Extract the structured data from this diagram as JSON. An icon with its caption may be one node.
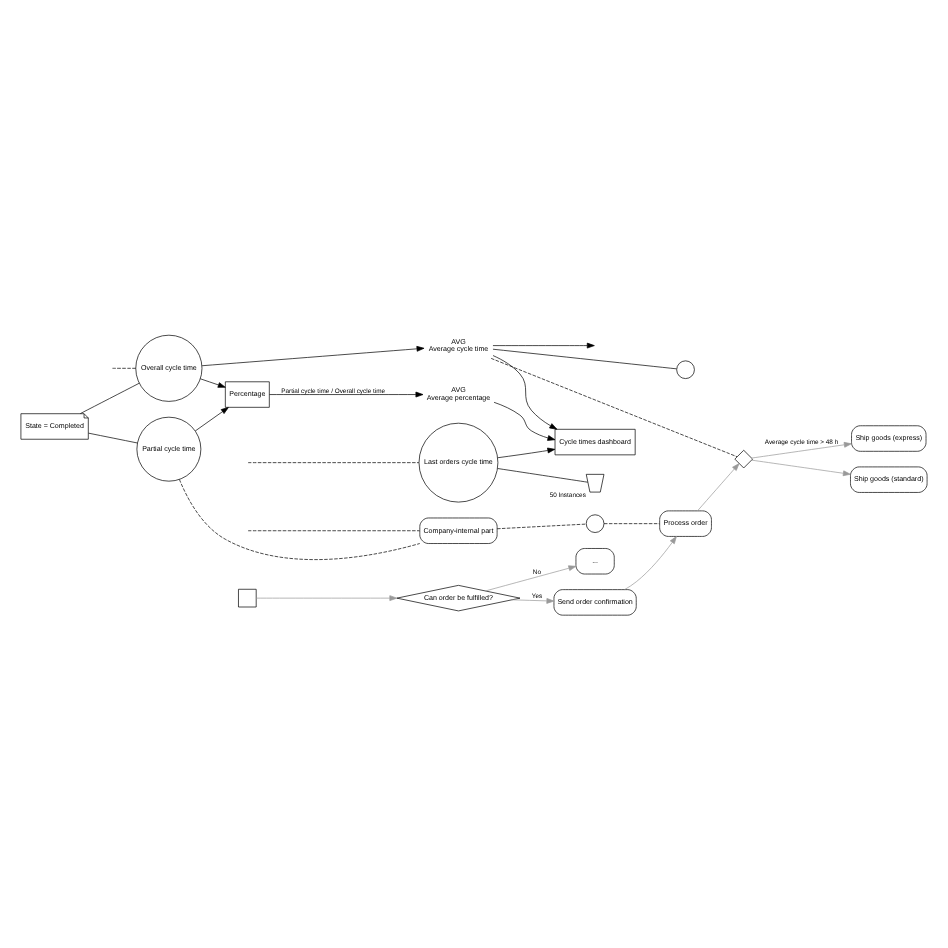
{
  "diagram": {
    "nodes": [
      {
        "text": [
          "Last orders cycle time"
        ]
      },
      {
        "text": [],
        "shape": "funnel",
        "beside": [
          "50 Instances"
        ]
      },
      {
        "text": [
          "Cycle times dashboard"
        ]
      },
      {
        "text": [
          "Overall cycle time"
        ]
      },
      {
        "text": [
          "AVG",
          "Average cycle time"
        ]
      },
      {
        "text": [],
        "shape": "circle"
      },
      {
        "text": [
          "State = Completed"
        ]
      },
      {
        "text": [
          "Partial cycle time"
        ]
      },
      {
        "text": [
          "Percentage"
        ]
      },
      {
        "text": [
          "AVG",
          "Average percentage"
        ]
      },
      {
        "text": [
          "Company-internal part"
        ]
      },
      {
        "text": [],
        "shape": "circle"
      },
      {
        "text": [],
        "shape": "box"
      },
      {
        "text": [
          "Can order be fulfilled?"
        ]
      },
      {
        "text": [
          "..."
        ]
      },
      {
        "text": [
          "Send order confirmation"
        ]
      },
      {
        "text": [
          "Process order"
        ]
      },
      {
        "text": [],
        "shape": "diamond"
      },
      {
        "text": [
          "Ship goods (express)"
        ]
      },
      {
        "text": [
          "Ship goods (standard)"
        ]
      }
    ],
    "edges": [
      {
        "from": null,
        "to": 0,
        "arrow": "none",
        "style": "dashed"
      },
      {
        "from": 0,
        "to": 1,
        "arrow": "none"
      },
      {
        "from": 0,
        "to": 2,
        "arrow": "to"
      },
      {
        "from": null,
        "to": 3,
        "arrow": "none",
        "style": "dashed"
      },
      {
        "from": 3,
        "to": 4,
        "arrow": "to"
      },
      {
        "from": 3,
        "to": 8,
        "arrow": "to"
      },
      {
        "from": 4,
        "to": 2,
        "arrow": "to"
      },
      {
        "from": 4,
        "to": null,
        "arrow": "to"
      },
      {
        "from": 4,
        "to": 5,
        "arrow": "none"
      },
      {
        "from": 6,
        "to": 3,
        "arrow": "none"
      },
      {
        "from": 6,
        "to": 7,
        "arrow": "none"
      },
      {
        "from": 7,
        "to": 8,
        "arrow": "to"
      },
      {
        "from": 8,
        "to": 9,
        "arrow": "to",
        "label": "Partial cycle time / Overall cycle time"
      },
      {
        "from": 9,
        "to": 2,
        "arrow": "to"
      },
      {
        "from": 7,
        "to": 10,
        "arrow": "none",
        "style": "dashed"
      },
      {
        "from": null,
        "to": 10,
        "arrow": "none",
        "style": "dashed"
      },
      {
        "from": 10,
        "to": 11,
        "arrow": "none",
        "style": "dashed"
      },
      {
        "from": 11,
        "to": 16,
        "arrow": "none",
        "style": "dashed"
      },
      {
        "from": 4,
        "to": 17,
        "arrow": "none",
        "style": "dashed"
      },
      {
        "from": 12,
        "to": 13,
        "arrow": "to",
        "color": "#999999"
      },
      {
        "from": 13,
        "to": 15,
        "arrow": "to",
        "label": "Yes",
        "color": "#999999"
      },
      {
        "from": 13,
        "to": 14,
        "arrow": "to",
        "label": "No",
        "color": "#999999"
      },
      {
        "from": 15,
        "to": 16,
        "arrow": "to",
        "color": "#999999"
      },
      {
        "from": 16,
        "to": 17,
        "arrow": "to",
        "color": "#999999"
      },
      {
        "from": 17,
        "to": 18,
        "arrow": "to",
        "label": "Average cycle time > 48 h",
        "color": "#999999"
      },
      {
        "from": 17,
        "to": 19,
        "arrow": "to",
        "color": "#999999"
      }
    ]
  }
}
